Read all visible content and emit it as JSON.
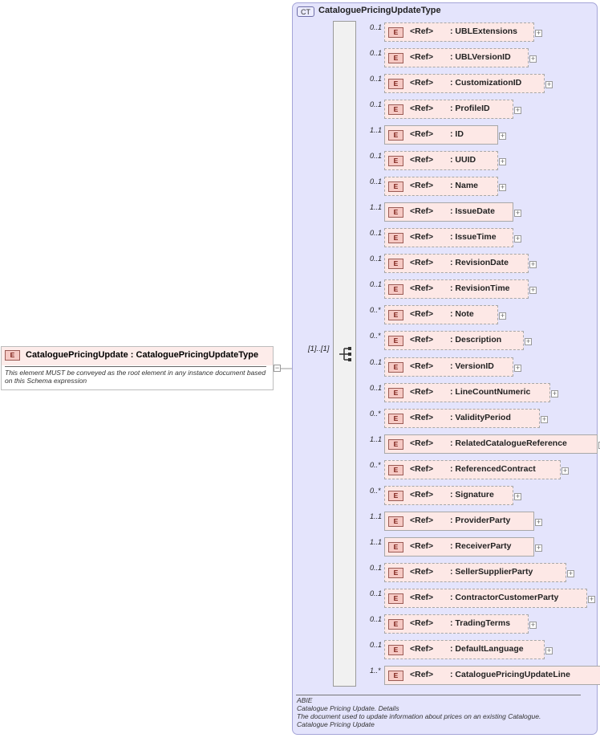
{
  "complex_type": {
    "badge": "CT",
    "name": "CataloguePricingUpdateType"
  },
  "root_element": {
    "badge": "E",
    "title": "CataloguePricingUpdate : CataloguePricingUpdateType",
    "documentation": "This element MUST be conveyed as the root element in any instance document based on this Schema expression",
    "collapse_symbol": "−"
  },
  "sequence": {
    "cardinality": "[1]..[1]"
  },
  "elements": [
    {
      "card": "0..1",
      "ref": "<Ref>",
      "name": ": UBLExtensions",
      "optional": true
    },
    {
      "card": "0..1",
      "ref": "<Ref>",
      "name": ": UBLVersionID",
      "optional": true
    },
    {
      "card": "0..1",
      "ref": "<Ref>",
      "name": ": CustomizationID",
      "optional": true
    },
    {
      "card": "0..1",
      "ref": "<Ref>",
      "name": ": ProfileID",
      "optional": true
    },
    {
      "card": "1..1",
      "ref": "<Ref>",
      "name": ": ID",
      "optional": false
    },
    {
      "card": "0..1",
      "ref": "<Ref>",
      "name": ": UUID",
      "optional": true
    },
    {
      "card": "0..1",
      "ref": "<Ref>",
      "name": ": Name",
      "optional": true
    },
    {
      "card": "1..1",
      "ref": "<Ref>",
      "name": ": IssueDate",
      "optional": false
    },
    {
      "card": "0..1",
      "ref": "<Ref>",
      "name": ": IssueTime",
      "optional": true
    },
    {
      "card": "0..1",
      "ref": "<Ref>",
      "name": ": RevisionDate",
      "optional": true
    },
    {
      "card": "0..1",
      "ref": "<Ref>",
      "name": ": RevisionTime",
      "optional": true
    },
    {
      "card": "0..*",
      "ref": "<Ref>",
      "name": ": Note",
      "optional": true
    },
    {
      "card": "0..*",
      "ref": "<Ref>",
      "name": ": Description",
      "optional": true
    },
    {
      "card": "0..1",
      "ref": "<Ref>",
      "name": ": VersionID",
      "optional": true
    },
    {
      "card": "0..1",
      "ref": "<Ref>",
      "name": ": LineCountNumeric",
      "optional": true
    },
    {
      "card": "0..*",
      "ref": "<Ref>",
      "name": ": ValidityPeriod",
      "optional": true
    },
    {
      "card": "1..1",
      "ref": "<Ref>",
      "name": ": RelatedCatalogueReference",
      "optional": false
    },
    {
      "card": "0..*",
      "ref": "<Ref>",
      "name": ": ReferencedContract",
      "optional": true
    },
    {
      "card": "0..*",
      "ref": "<Ref>",
      "name": ": Signature",
      "optional": true
    },
    {
      "card": "1..1",
      "ref": "<Ref>",
      "name": ": ProviderParty",
      "optional": false
    },
    {
      "card": "1..1",
      "ref": "<Ref>",
      "name": ": ReceiverParty",
      "optional": false
    },
    {
      "card": "0..1",
      "ref": "<Ref>",
      "name": ": SellerSupplierParty",
      "optional": true
    },
    {
      "card": "0..1",
      "ref": "<Ref>",
      "name": ": ContractorCustomerParty",
      "optional": true
    },
    {
      "card": "0..1",
      "ref": "<Ref>",
      "name": ": TradingTerms",
      "optional": true
    },
    {
      "card": "0..1",
      "ref": "<Ref>",
      "name": ": DefaultLanguage",
      "optional": true
    },
    {
      "card": "1..*",
      "ref": "<Ref>",
      "name": ": CataloguePricingUpdateLine",
      "optional": false
    }
  ],
  "element_badge": "E",
  "expand_symbol": "+",
  "documentation": {
    "line1": "ABIE",
    "line2": "Catalogue Pricing Update. Details",
    "line3": "The document used to update information about prices on an existing Catalogue.",
    "line4": "Catalogue Pricing Update"
  },
  "colors": {
    "panel": "#e4e4fc",
    "element_fill": "#fde8e6",
    "badge_fill": "#f6c9c4",
    "connector": "#9a9a9a"
  }
}
